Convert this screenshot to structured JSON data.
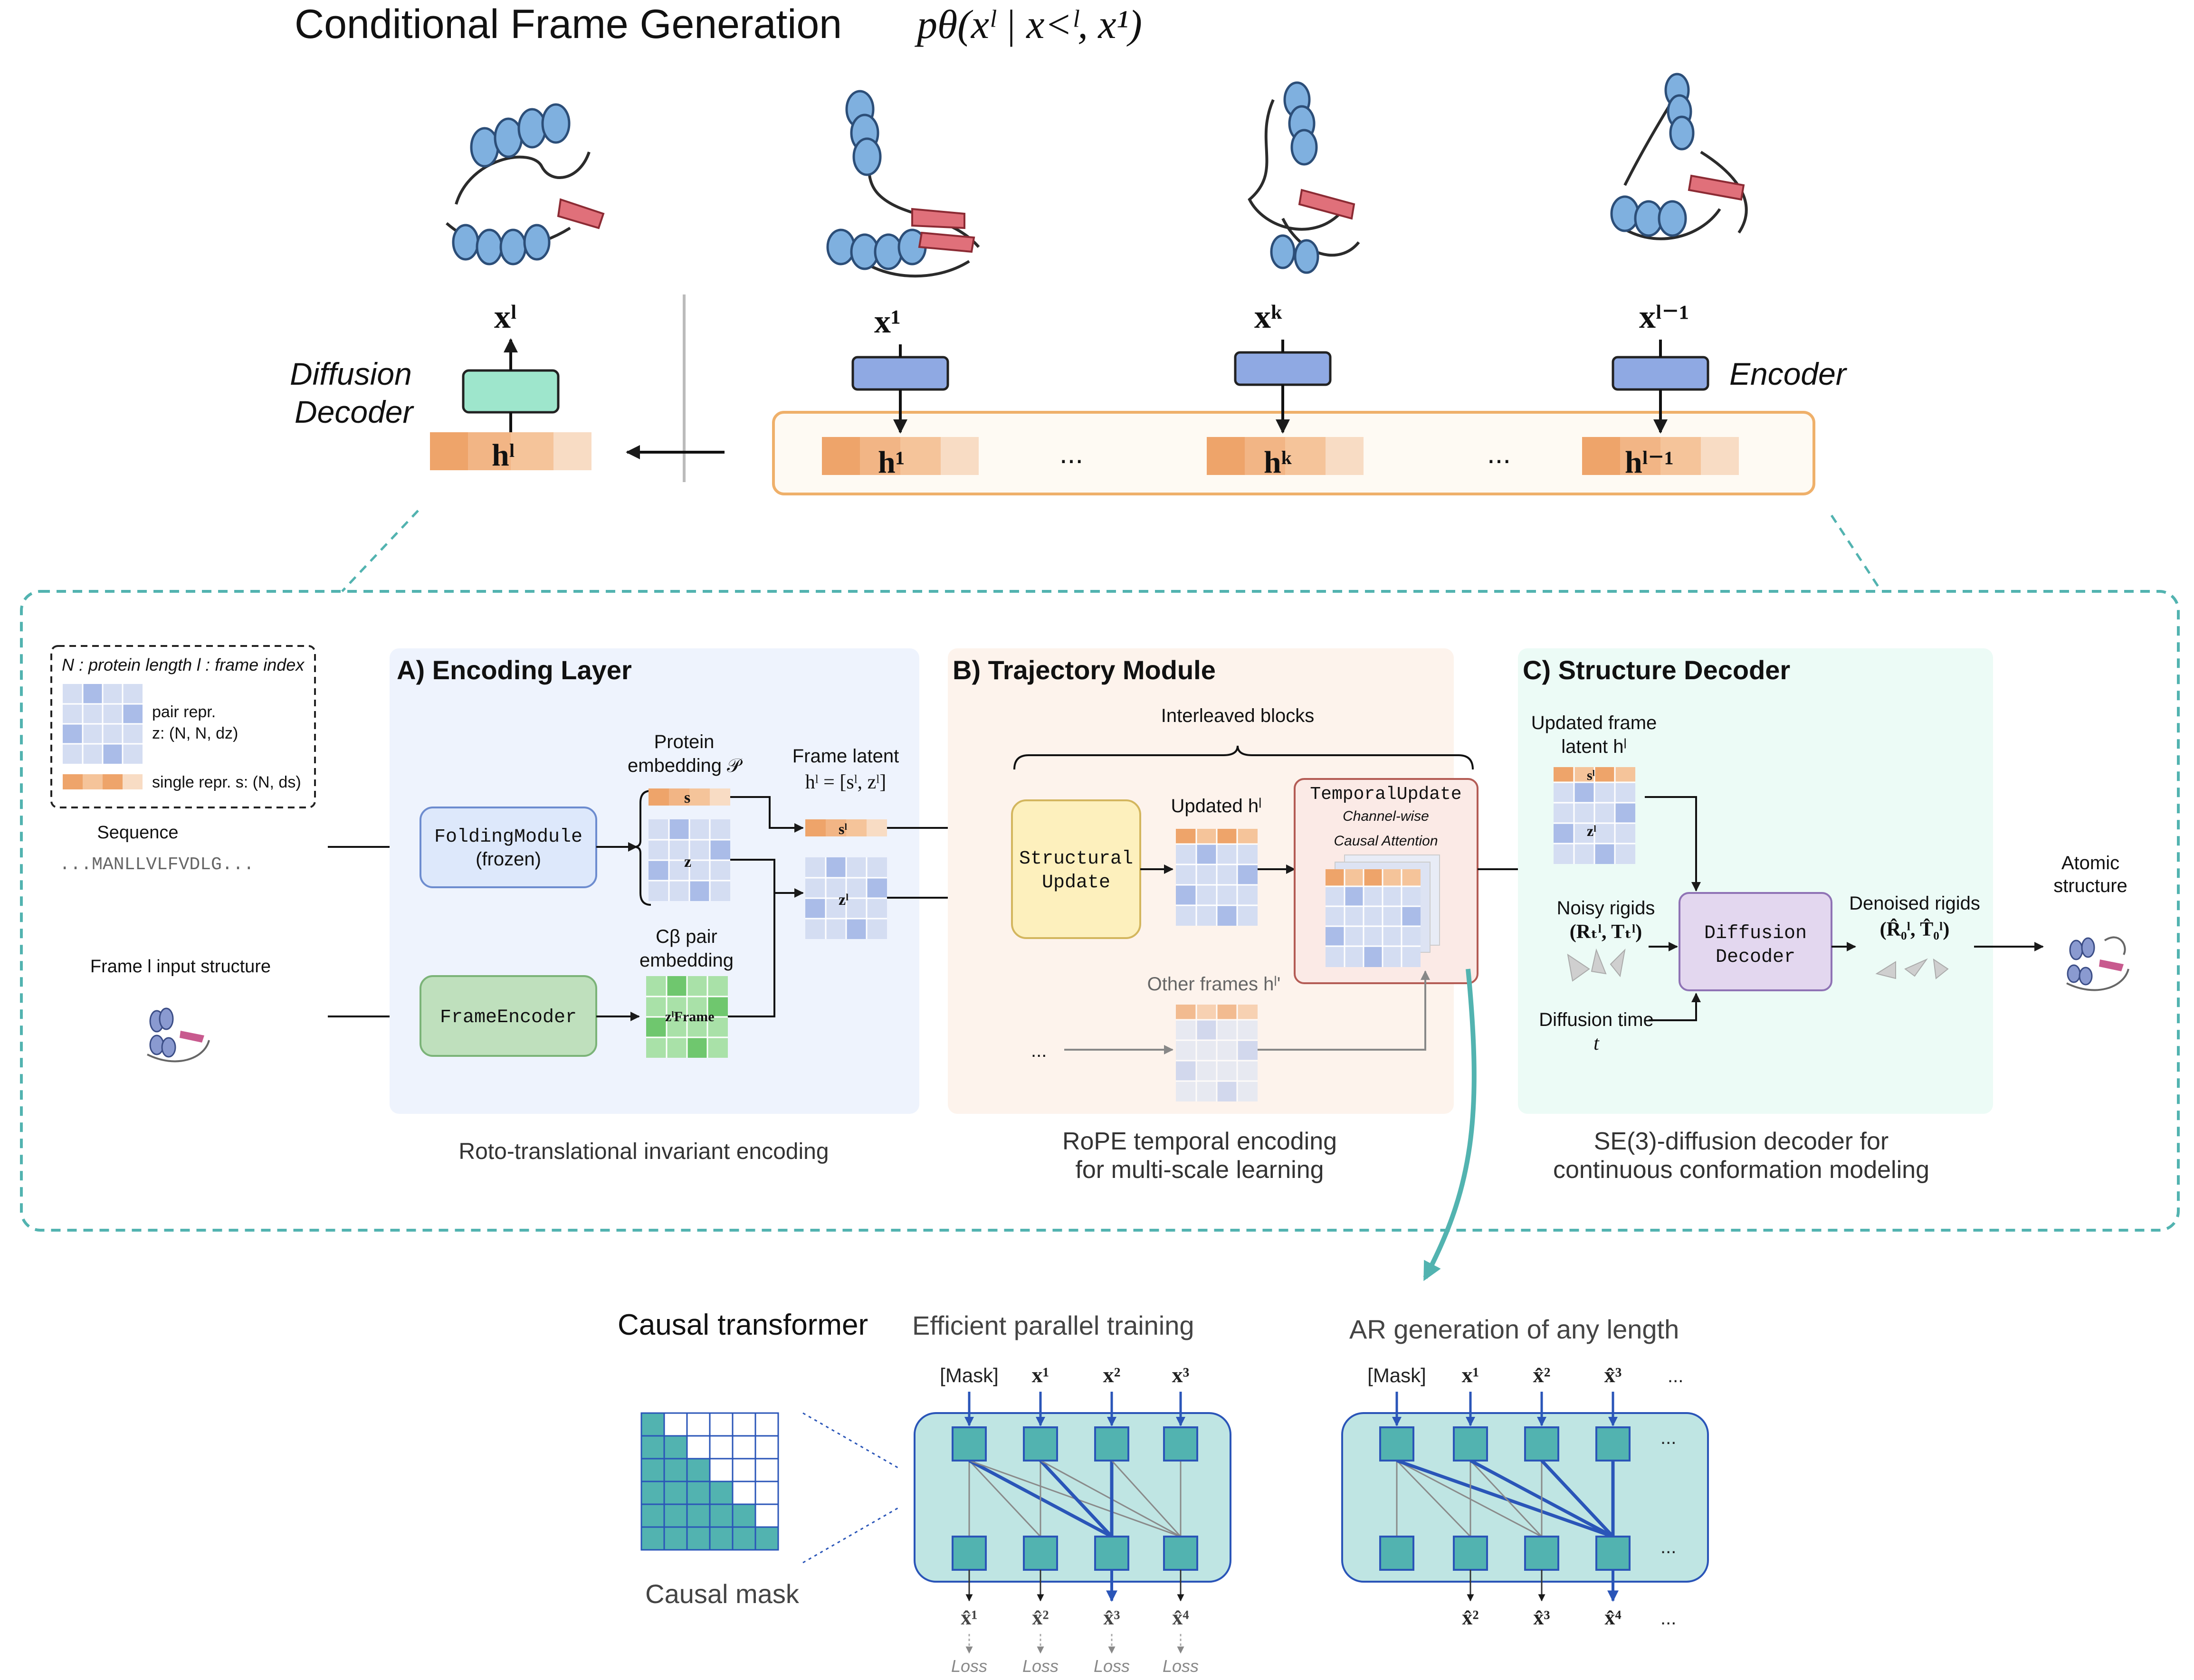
{
  "colors": {
    "accent_teal": "#52b3b0",
    "encoder_blue": "#8fa9e3",
    "decoder_green": "#9ee6cc",
    "latent_orange": "#eea46a",
    "panel_a_bg": "#eef3fd",
    "panel_b_bg": "#fdf3ec",
    "panel_c_bg": "#ecfbf6",
    "causal_arrow_blue": "#2a55b8"
  },
  "header": {
    "title": "Conditional Frame Generation",
    "formula": "pθ(xˡ | x<ˡ, x¹)"
  },
  "top": {
    "decoder_label_line1": "Diffusion",
    "decoder_label_line2": "Decoder",
    "encoder_label": "Encoder",
    "frames": [
      {
        "input": "xˡ",
        "latent": "hˡ"
      },
      {
        "input": "x¹",
        "latent": "h¹"
      },
      {
        "input": "xᵏ",
        "latent": "hᵏ"
      },
      {
        "input": "xˡ⁻¹",
        "latent": "hˡ⁻¹"
      }
    ],
    "ellipsis": "..."
  },
  "legend": {
    "header": "N : protein length   l : frame index",
    "pair_line1": "pair repr.",
    "pair_line2": "z: (N, N, dz)",
    "single": "single repr. s: (N, ds)"
  },
  "inputs": {
    "sequence_label": "Sequence",
    "sequence_value": "...MANLLVLFVDLG...",
    "structure_label": "Frame l input structure"
  },
  "panel_a": {
    "title": "A) Encoding Layer",
    "folding_module_line1": "FoldingModule",
    "folding_module_line2": "(frozen)",
    "frame_encoder": "FrameEncoder",
    "protein_embedding_line1": "Protein",
    "protein_embedding_line2": "embedding 𝒫",
    "s_label": "s",
    "z_label": "z",
    "cbeta_line1": "Cβ pair",
    "cbeta_line2": "embedding",
    "zframe_label": "zˡFrame",
    "frame_latent_line1": "Frame latent",
    "frame_latent_line2": "hˡ = [sˡ, zˡ]",
    "sl_label": "sˡ",
    "zl_label": "zˡ",
    "caption": "Roto-translational invariant encoding"
  },
  "panel_b": {
    "title": "B) Trajectory Module",
    "interleaved": "Interleaved blocks",
    "structural_line1": "Structural",
    "structural_line2": "Update",
    "updated_hl": "Updated hˡ",
    "temporal_title": "TemporalUpdate",
    "temporal_sub1": "Channel-wise",
    "temporal_sub2": "Causal Attention",
    "other_frames": "Other frames hˡ'",
    "ellipsis": "...",
    "caption_line1": "RoPE temporal encoding",
    "caption_line2": "for multi-scale learning"
  },
  "panel_c": {
    "title": "C) Structure Decoder",
    "updated_latent_line1": "Updated frame",
    "updated_latent_line2": "latent  hˡ",
    "sl_label": "sˡ",
    "zl_label": "zˡ",
    "noisy_line1": "Noisy rigids",
    "noisy_line2": "(Rₜˡ, Tₜˡ)",
    "diffusion_line1": "Diffusion",
    "diffusion_line2": "Decoder",
    "denoised_line1": "Denoised rigids",
    "denoised_line2": "(R̂₀ˡ, T̂₀ˡ)",
    "diffusion_time_line1": "Diffusion time",
    "diffusion_time_line2": "t",
    "atomic_line1": "Atomic",
    "atomic_line2": "structure",
    "caption_line1": "SE(3)-diffusion decoder for",
    "caption_line2": "continuous conformation modeling"
  },
  "bottom": {
    "title": "Causal transformer",
    "mask_caption": "Causal mask",
    "mask_size": 6,
    "training": {
      "title": "Efficient parallel training",
      "inputs": [
        "[Mask]",
        "x¹",
        "x²",
        "x³"
      ],
      "outputs": [
        "x̂¹",
        "x̂²",
        "x̂³",
        "x̂⁴"
      ],
      "loss": "Loss"
    },
    "generation": {
      "title": "AR generation of any length",
      "inputs": [
        "[Mask]",
        "x¹",
        "x̂²",
        "x̂³"
      ],
      "outputs": [
        "x̂²",
        "x̂³",
        "x̂⁴"
      ],
      "ellipsis": "..."
    }
  }
}
